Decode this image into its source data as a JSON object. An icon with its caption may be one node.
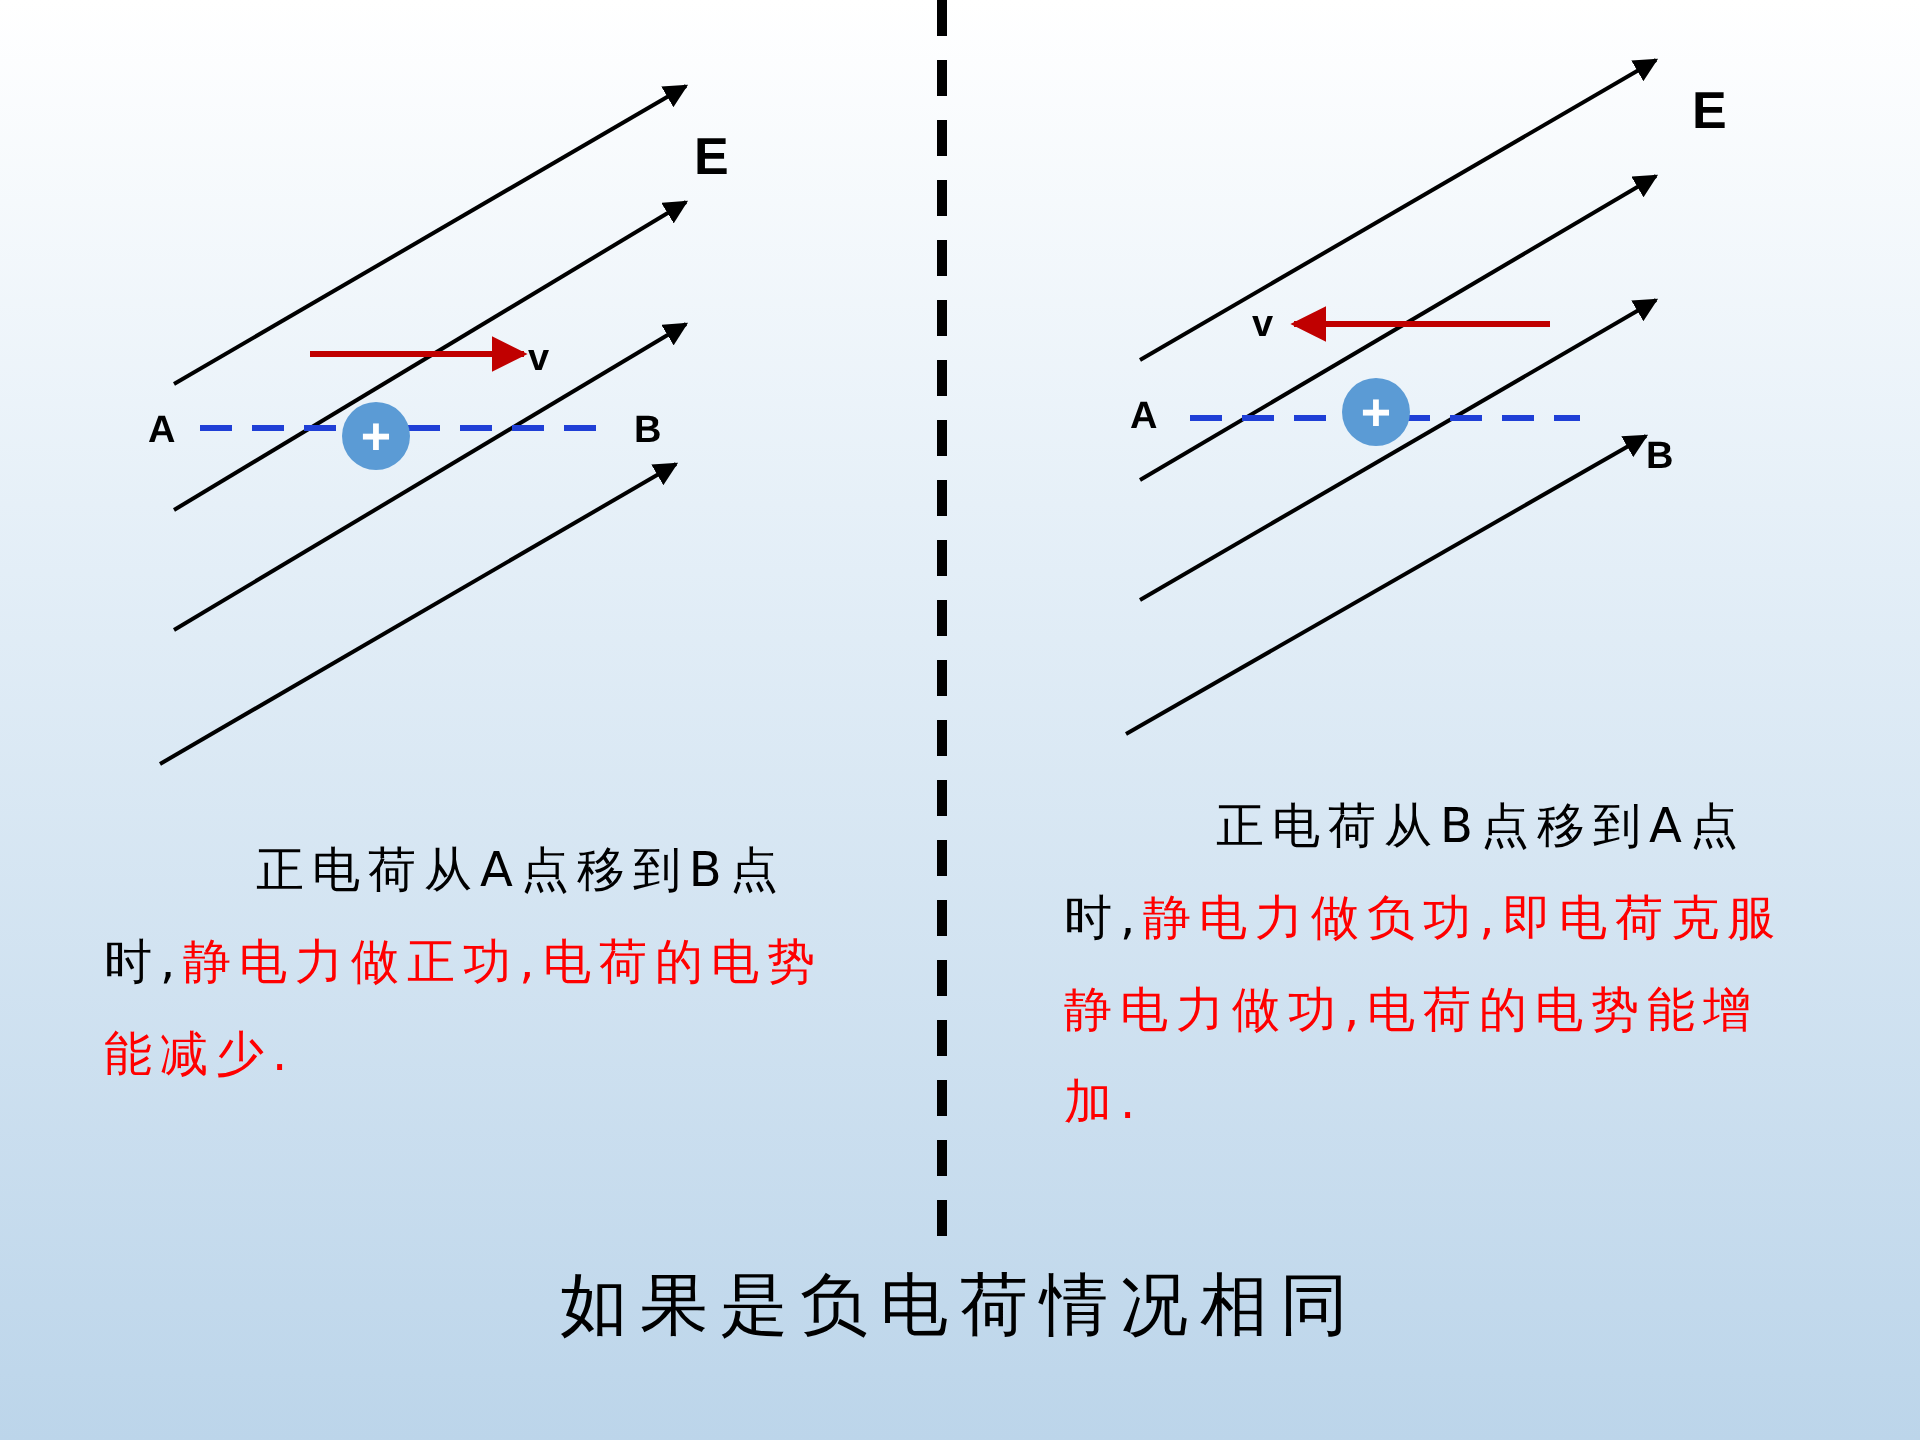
{
  "diagram": {
    "nodes": [
      {
        "text": [
          "+"
        ]
      },
      {
        "text": [
          "+"
        ]
      }
    ],
    "labels": [
      "E",
      "v",
      "A",
      "B",
      "E",
      "v",
      "A",
      "B",
      "正电荷从A点移到B点时,",
      "静电力做正功,电荷的电势能减少.",
      "正电荷从B点移到A点时,",
      "静电力做负功,即电荷克服静电力做功,电荷的电势能增加.",
      "如果是负电荷情况相同"
    ]
  }
}
